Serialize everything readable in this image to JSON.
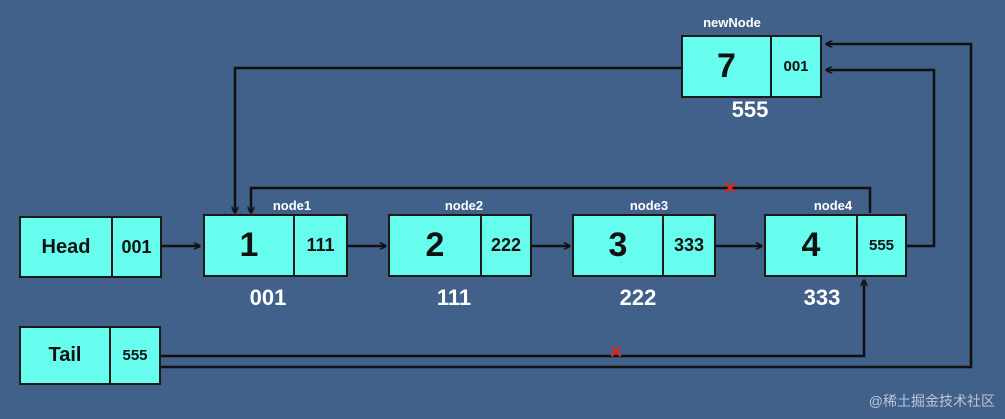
{
  "head": {
    "label": "Head",
    "pointer": "001"
  },
  "tail": {
    "label": "Tail",
    "pointer": "555"
  },
  "nodes": [
    {
      "name": "node1",
      "value": "1",
      "next": "111",
      "address": "001"
    },
    {
      "name": "node2",
      "value": "2",
      "next": "222",
      "address": "111"
    },
    {
      "name": "node3",
      "value": "3",
      "next": "333",
      "address": "222"
    },
    {
      "name": "node4",
      "value": "4",
      "next": "555",
      "address": "333"
    }
  ],
  "new_node": {
    "name": "newNode",
    "value": "7",
    "next": "001",
    "address": "555"
  },
  "removed_link_mark": "×",
  "watermark": "@稀土掘金技术社区",
  "colors": {
    "background": "#41608a",
    "node_fill": "#66fcee",
    "line": "#111111",
    "cross": "#d92a1c"
  }
}
